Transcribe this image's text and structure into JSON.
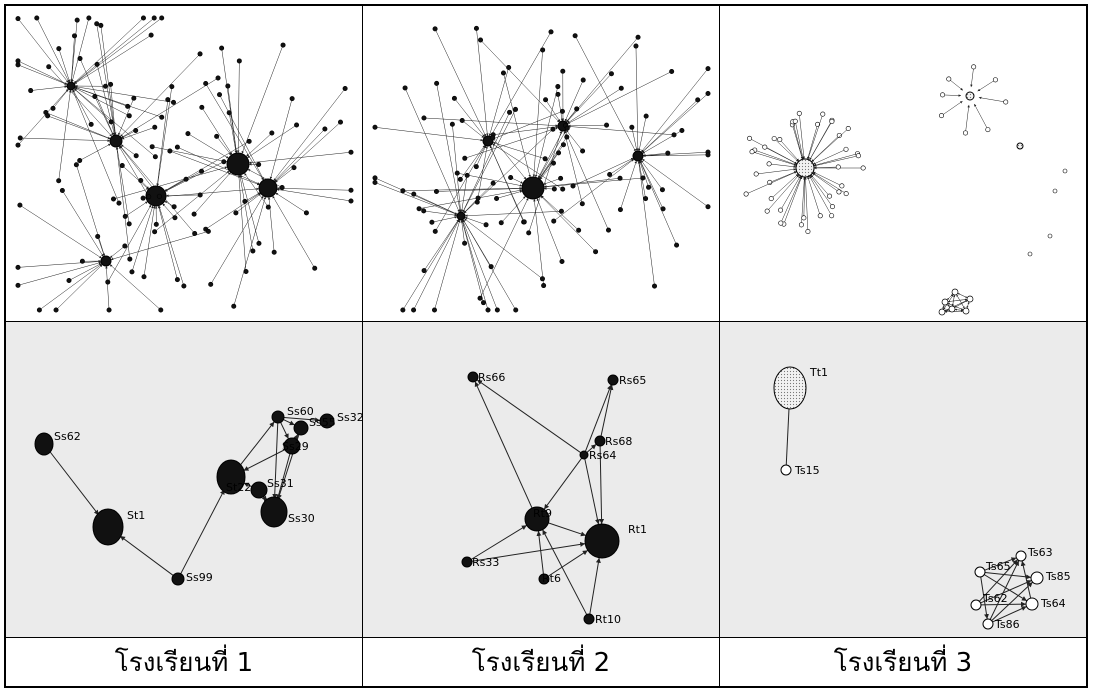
{
  "captions": [
    "โรงเรียนที่ 1",
    "โรงเรียนที่ 2",
    "โรงเรียนที่ 3"
  ],
  "panels": {
    "p4": {
      "nodes": [
        {
          "id": "Ss62"
        },
        {
          "id": "St1"
        },
        {
          "id": "Ss99"
        },
        {
          "id": "St22"
        },
        {
          "id": "Ss60"
        },
        {
          "id": "Ss32"
        },
        {
          "id": "Ss55"
        },
        {
          "id": "Ss29"
        },
        {
          "id": "Ss31"
        },
        {
          "id": "Ss30"
        }
      ]
    },
    "p5": {
      "nodes": [
        {
          "id": "Rs66"
        },
        {
          "id": "Rs65"
        },
        {
          "id": "Rs68"
        },
        {
          "id": "Rs64"
        },
        {
          "id": "Rt9"
        },
        {
          "id": "Rt1"
        },
        {
          "id": "Rs33"
        },
        {
          "id": "Rt6"
        },
        {
          "id": "Rt10"
        }
      ]
    },
    "p6": {
      "nodes": [
        {
          "id": "Tt1"
        },
        {
          "id": "Ts15"
        },
        {
          "id": "Ts63"
        },
        {
          "id": "Ts65"
        },
        {
          "id": "Ts85"
        },
        {
          "id": "Ts62"
        },
        {
          "id": "Ts64"
        },
        {
          "id": "Ts86"
        }
      ]
    }
  }
}
